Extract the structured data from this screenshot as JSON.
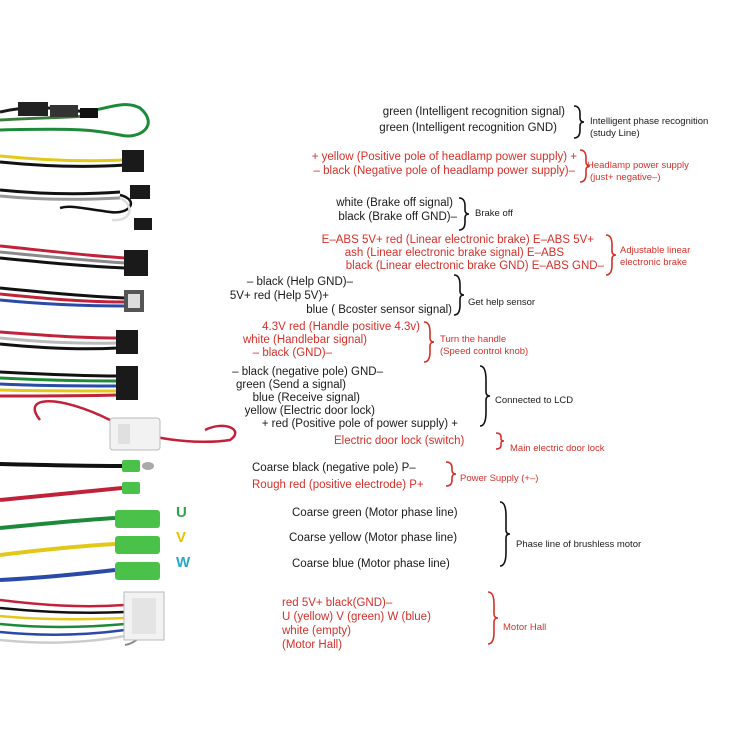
{
  "colors": {
    "black_text": "#1a1a1a",
    "red_text": "#d4302a",
    "phase_u": "#2aa84a",
    "phase_v": "#e6c200",
    "phase_w": "#2aa8c8"
  },
  "groups": {
    "g1": {
      "lines": [
        "green (Intelligent recognition signal)",
        "green (Intelligent recognition GND)"
      ],
      "label": [
        "Intelligent phase recognition",
        "(study Line)"
      ]
    },
    "g2": {
      "lines": [
        "+ yellow (Positive pole of headlamp power supply) +",
        "– black (Negative pole of headlamp power supply)–"
      ],
      "label": [
        "Headlamp power supply",
        "(just+ negative–)"
      ]
    },
    "g3": {
      "lines": [
        "white (Brake off signal)",
        "black (Brake off GND)–"
      ],
      "label": [
        "Brake off"
      ]
    },
    "g4": {
      "lines": [
        "E–ABS 5V+ red (Linear electronic brake) E–ABS 5V+",
        "ash (Linear electronic brake signal) E–ABS",
        "black (Linear electronic brake GND) E–ABS GND–"
      ],
      "label": [
        "Adjustable linear",
        "electronic brake"
      ]
    },
    "g5": {
      "lines": [
        "– black (Help GND)–",
        "5V+ red (Help 5V)+",
        "blue ( Bcoster sensor signal)"
      ],
      "label": [
        "Get help sensor"
      ]
    },
    "g6": {
      "lines": [
        "4.3V red (Handle positive 4.3v)",
        "white (Handlebar signal)",
        "– black (GND)–"
      ],
      "label": [
        "Turn the handle",
        "(Speed control knob)"
      ]
    },
    "g7": {
      "lines": [
        "– black (negative pole) GND–",
        "green (Send a signal)",
        "blue (Receive signal)",
        "yellow (Electric door lock)",
        "+ red (Positive pole of power supply) +"
      ],
      "label": [
        "Connected to LCD"
      ]
    },
    "g8": {
      "lines": [
        "Electric door lock (switch)"
      ],
      "label": [
        "Main electric door lock"
      ]
    },
    "g9": {
      "lines": [
        "Coarse black (negative pole) P–",
        "Rough red (positive electrode) P+"
      ],
      "label": [
        "Power Supply (+–)"
      ]
    },
    "g10": {
      "phases": [
        "U",
        "V",
        "W"
      ],
      "lines": [
        "Coarse green (Motor phase line)",
        "Coarse yellow (Motor phase line)",
        "Coarse blue (Motor phase line)"
      ],
      "label": [
        "Phase line of brushless motor"
      ]
    },
    "g11": {
      "lines": [
        "red 5V+ black(GND)–",
        "U  (yellow)  V  (green)  W  (blue)",
        "white  (empty)",
        "(Motor Hall)"
      ],
      "label": [
        "Motor Hall"
      ]
    }
  }
}
